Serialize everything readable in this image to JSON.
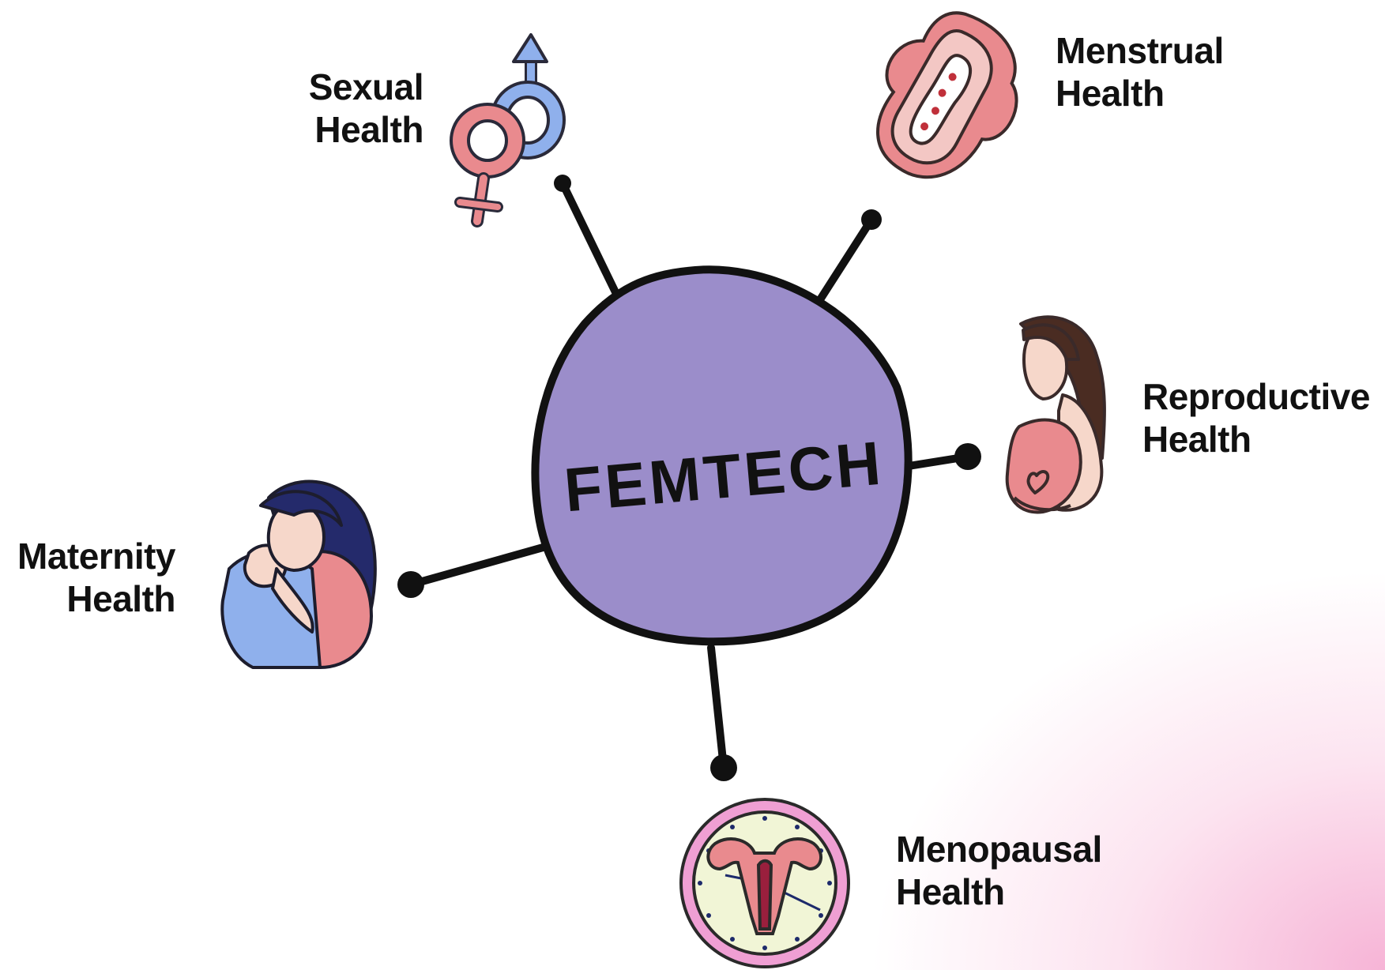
{
  "center": {
    "text": "FEMTECH"
  },
  "branches": [
    {
      "id": "sexual",
      "line1": "Sexual",
      "line2": "Health",
      "icon": "gender-symbols-icon"
    },
    {
      "id": "menstrual",
      "line1": "Menstrual",
      "line2": "Health",
      "icon": "sanitary-pad-icon"
    },
    {
      "id": "reproductive",
      "line1": "Reproductive",
      "line2": "Health",
      "icon": "pregnant-woman-icon"
    },
    {
      "id": "maternity",
      "line1": "Maternity",
      "line2": "Health",
      "icon": "mother-baby-icon"
    },
    {
      "id": "menopausal",
      "line1": "Menopausal",
      "line2": "Health",
      "icon": "uterus-clock-icon"
    }
  ],
  "colors": {
    "hub_fill": "#9b8dca",
    "outline": "#111111",
    "pink": "#e98a8e",
    "light_pink": "#f3c7c4",
    "blue": "#8fb0ec",
    "navy": "#242a6b",
    "skin": "#f6d7ca",
    "hair": "#4a2c22",
    "clock_face": "#f1f5d6",
    "clock_ring": "#ef9fd3",
    "background_accent": "#f6b0d4"
  }
}
